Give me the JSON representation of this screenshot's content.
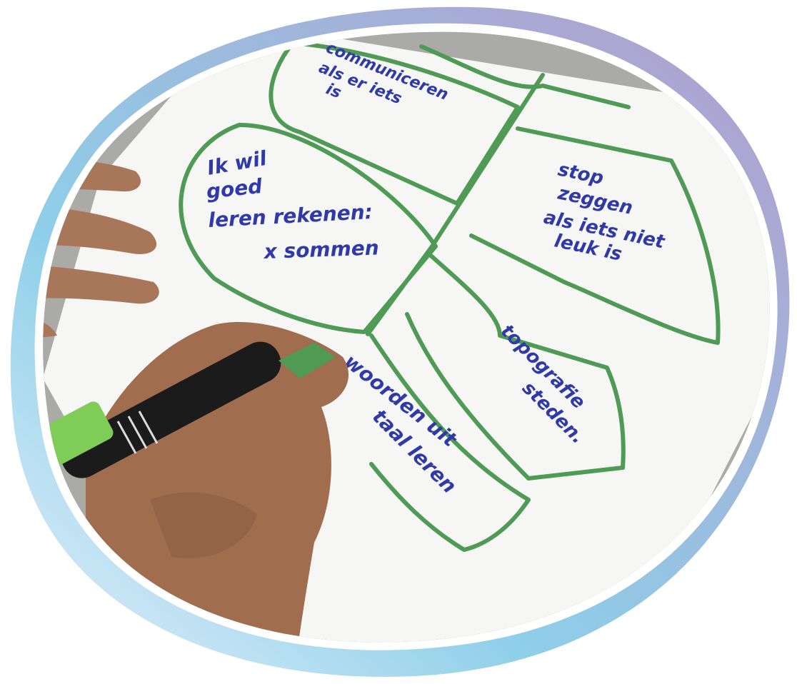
{
  "image": {
    "frame_gradient": [
      "#8ecfe9",
      "#b39bcc"
    ],
    "paper_color": "#f6f6f4",
    "table_color": "#9a9c97",
    "outline_color": "#4f9a55",
    "ink_color": "#2f3aa8",
    "petals": [
      {
        "lines": [
          "communiceren",
          "als er iets",
          "is"
        ]
      },
      {
        "lines": [
          "Ik wil",
          "goed",
          "leren rekenen:",
          "x sommen"
        ]
      },
      {
        "lines": [
          "stop",
          "zeggen",
          "als iets niet",
          "leuk is"
        ]
      },
      {
        "lines": [
          "topografie",
          "steden."
        ]
      },
      {
        "lines": [
          "woorden uit",
          "taal leren"
        ]
      }
    ]
  }
}
